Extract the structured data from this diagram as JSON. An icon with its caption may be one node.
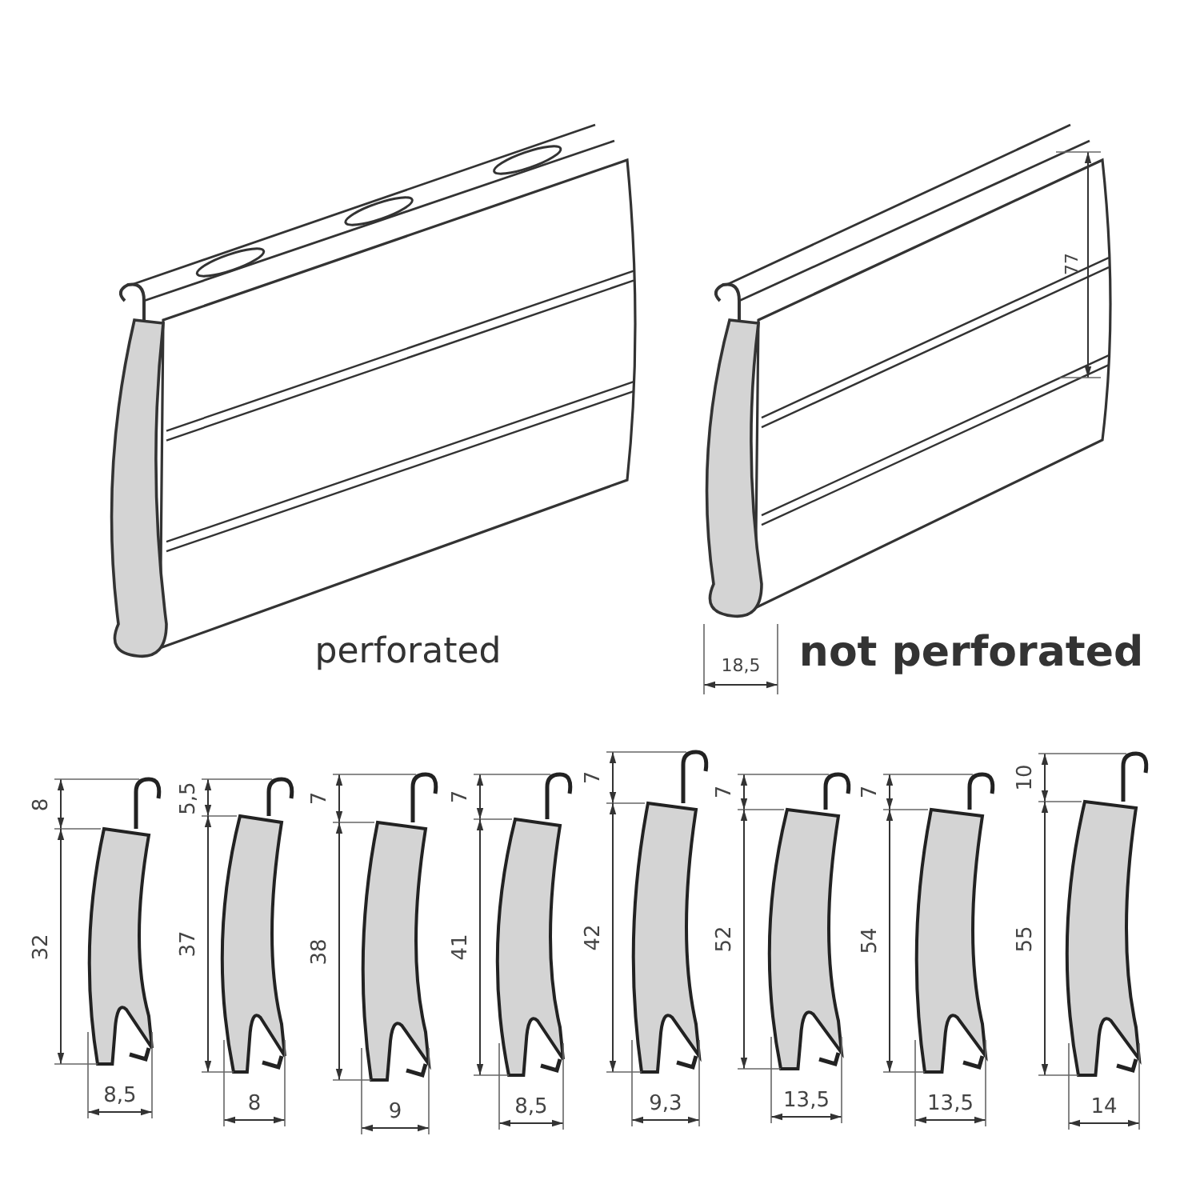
{
  "diagram": {
    "labels": [
      "perforated",
      "77",
      "18,5",
      "not perforated",
      "8",
      "32",
      "8,5",
      "5,5",
      "37",
      "8",
      "7",
      "38",
      "9",
      "7",
      "41",
      "8,5",
      "7",
      "42",
      "9,3",
      "7",
      "52",
      "13,5",
      "7",
      "54",
      "13,5",
      "10",
      "55",
      "14"
    ]
  }
}
